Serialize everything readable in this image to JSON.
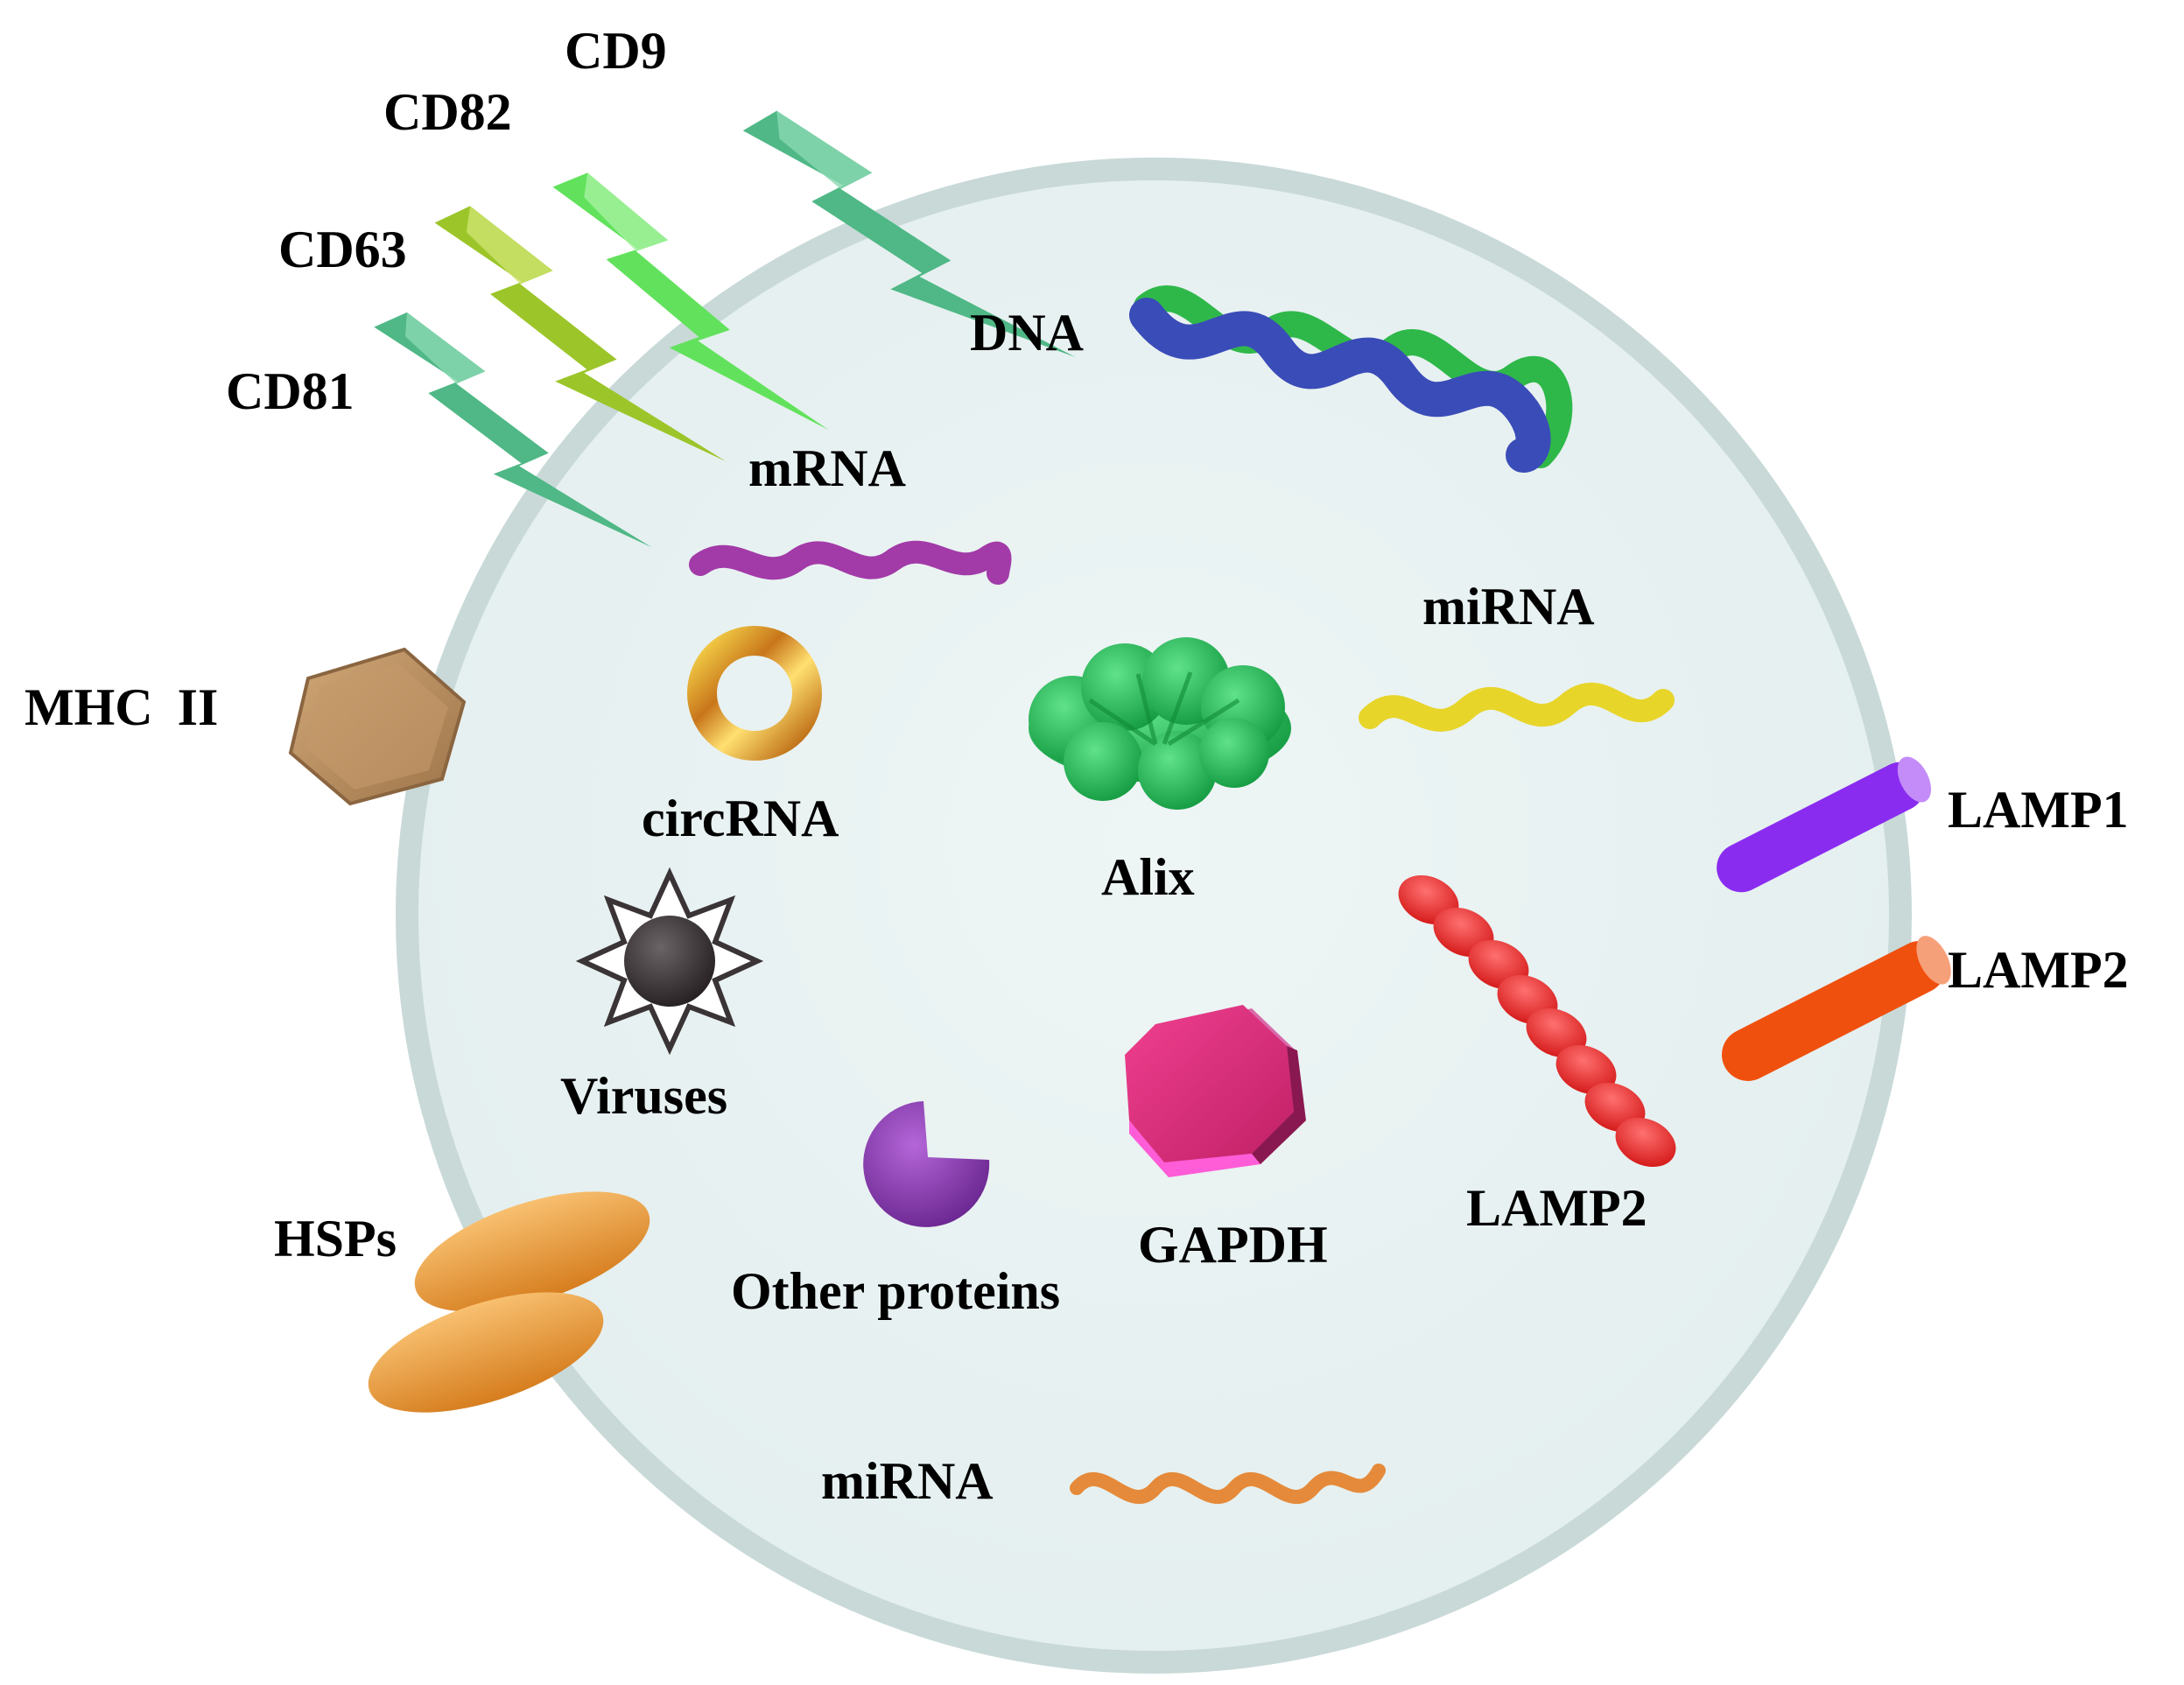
{
  "colors": {
    "vesicle_fill": "#e9f1f1",
    "vesicle_stroke": "#c4d7d6",
    "cd9": "#4fb886",
    "cd82": "#62e25c",
    "cd63": "#9cc52a",
    "cd81": "#4fb886",
    "dna_strand_a": "#3a4cb8",
    "dna_strand_b": "#2fb84a",
    "mrna": "#a23aa8",
    "mirna_top": "#e8d52a",
    "mirna_bottom": "#e58a3a",
    "circrna": "#e0b020",
    "alix": "#20b050",
    "lamp1": "#8a2cf0",
    "lamp2_tube": "#f0500e",
    "lamp2_beads": "#e42626",
    "mhc": "#b88f60",
    "virus": "#3a3436",
    "other_proteins": "#8a3ab0",
    "gapdh": "#e0307a",
    "hsps": "#e8962e"
  },
  "labels": {
    "cd9": "CD9",
    "cd82": "CD82",
    "cd63": "CD63",
    "cd81": "CD81",
    "dna": "DNA",
    "mrna": "mRNA",
    "mirna_top": "miRNA",
    "mhc": "MHC",
    "mhc_numeral": "II",
    "circrna": "circRNA",
    "alix": "Alix",
    "lamp1": "LAMP1",
    "lamp2_outer": "LAMP2",
    "viruses": "Viruses",
    "lamp2_inner": "LAMP2",
    "gapdh": "GAPDH",
    "hsps": "HSPs",
    "other_proteins": "Other proteins",
    "mirna_bottom": "miRNA"
  },
  "icons": {
    "tetraspanin": "zigzag-arrow-icon",
    "dna": "double-helix-icon",
    "rna": "wavy-strand-icon",
    "circrna": "ring-icon",
    "alix": "cloud-blob-icon",
    "lamp": "cylinder-icon",
    "beads": "bead-chain-icon",
    "mhc": "hexagon-icon",
    "virus": "starburst-icon",
    "other_proteins": "pacman-icon",
    "gapdh": "octagon-gem-icon",
    "hsps": "ellipse-pill-icon"
  }
}
